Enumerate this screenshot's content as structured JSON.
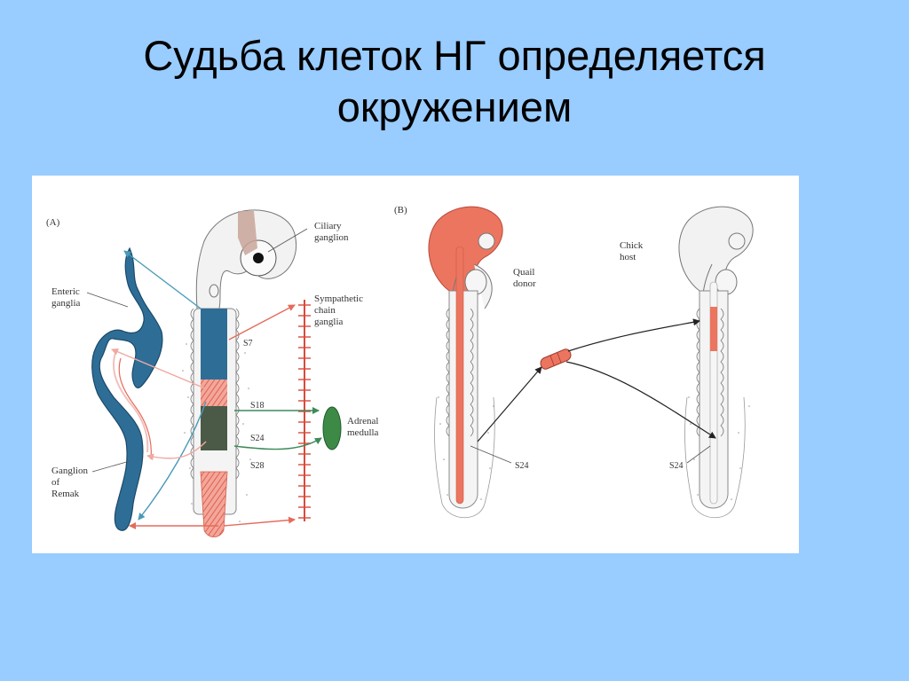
{
  "slide": {
    "title_line1": "Судьба клеток НГ определяется",
    "title_line2": "окружением"
  },
  "figure": {
    "panel_a": {
      "letter": "(A)",
      "labels": {
        "enteric_1": "Enteric",
        "enteric_2": "ganglia",
        "ciliary_1": "Ciliary",
        "ciliary_2": "ganglion",
        "sympathetic_1": "Sympathetic",
        "sympathetic_2": "chain",
        "sympathetic_3": "ganglia",
        "adrenal_1": "Adrenal",
        "adrenal_2": "medulla",
        "remak_1": "Ganglion",
        "remak_2": "of",
        "remak_3": "Remak",
        "s7": "S7",
        "s18": "S18",
        "s24": "S24",
        "s28": "S28"
      }
    },
    "panel_b": {
      "letter": "(B)",
      "labels": {
        "quail_1": "Quail",
        "quail_2": "donor",
        "chick_1": "Chick",
        "chick_2": "host",
        "s24_left": "S24",
        "s24_right": "S24"
      }
    },
    "colors": {
      "vagal_blue": "#2e6e96",
      "sacral_red": "#e8705e",
      "adrenal_green": "#3d8a47",
      "arrow_blue": "#4a9ab8",
      "arrow_red": "#e56b5b",
      "arrow_green": "#3d8a5a",
      "tissue_red": "#ec7560"
    }
  }
}
